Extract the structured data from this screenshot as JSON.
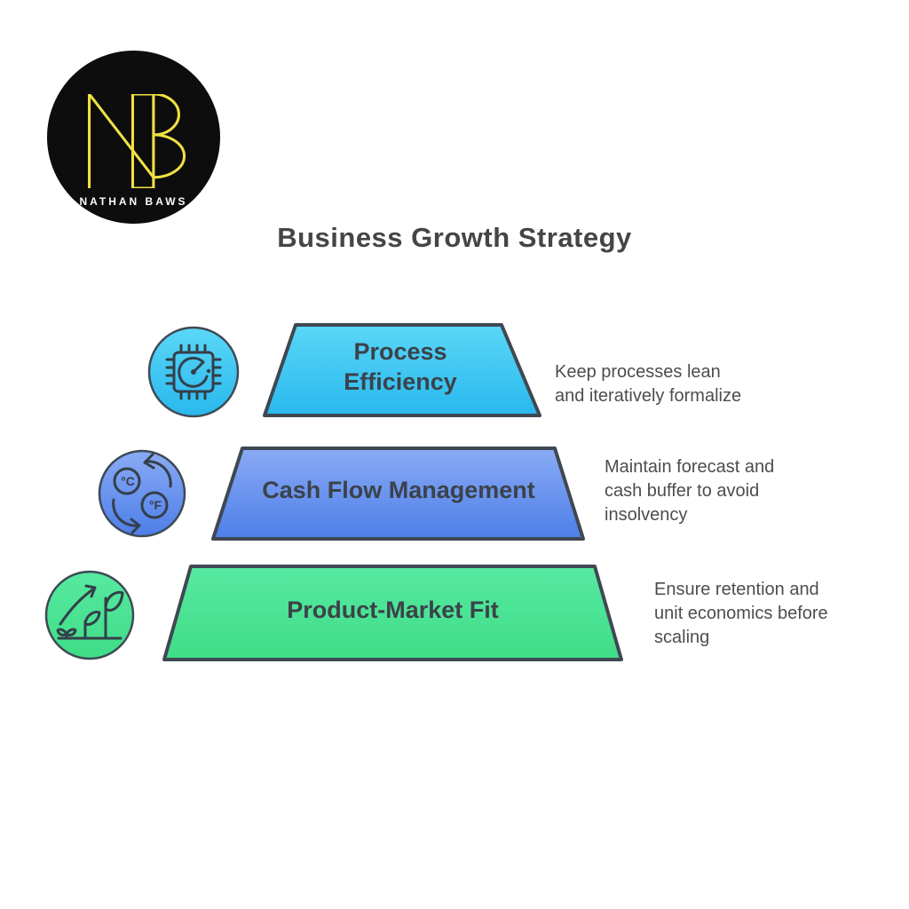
{
  "logo": {
    "monogram": "NB",
    "brand_name": "NATHAN BAWS",
    "background_color": "#0d0d0d",
    "monogram_color": "#f0e143",
    "text_color": "#fafafa"
  },
  "title": "Business Growth Strategy",
  "diagram": {
    "type": "pyramid",
    "title_color": "#454545",
    "outline_color": "#3f4852",
    "label_color": "#3b424a",
    "description_color": "#4d4d4d",
    "levels": [
      {
        "label": "Process\nEfficiency",
        "description": "Keep processes lean\nand iteratively formalize",
        "icon": "microchip-gauge-icon",
        "color_top": "#5ad7f6",
        "color_bottom": "#29b8ee"
      },
      {
        "label": "Cash Flow Management",
        "description": "Maintain forecast and\ncash buffer to avoid\ninsolvency",
        "icon": "unit-conversion-icon",
        "color_top": "#8aabf4",
        "color_bottom": "#4d7ee9"
      },
      {
        "label": "Product-Market Fit",
        "description": "Ensure retention and\nunit economics before\nscaling",
        "icon": "plant-growth-icon",
        "color_top": "#57e9a1",
        "color_bottom": "#3fdd87"
      }
    ]
  }
}
